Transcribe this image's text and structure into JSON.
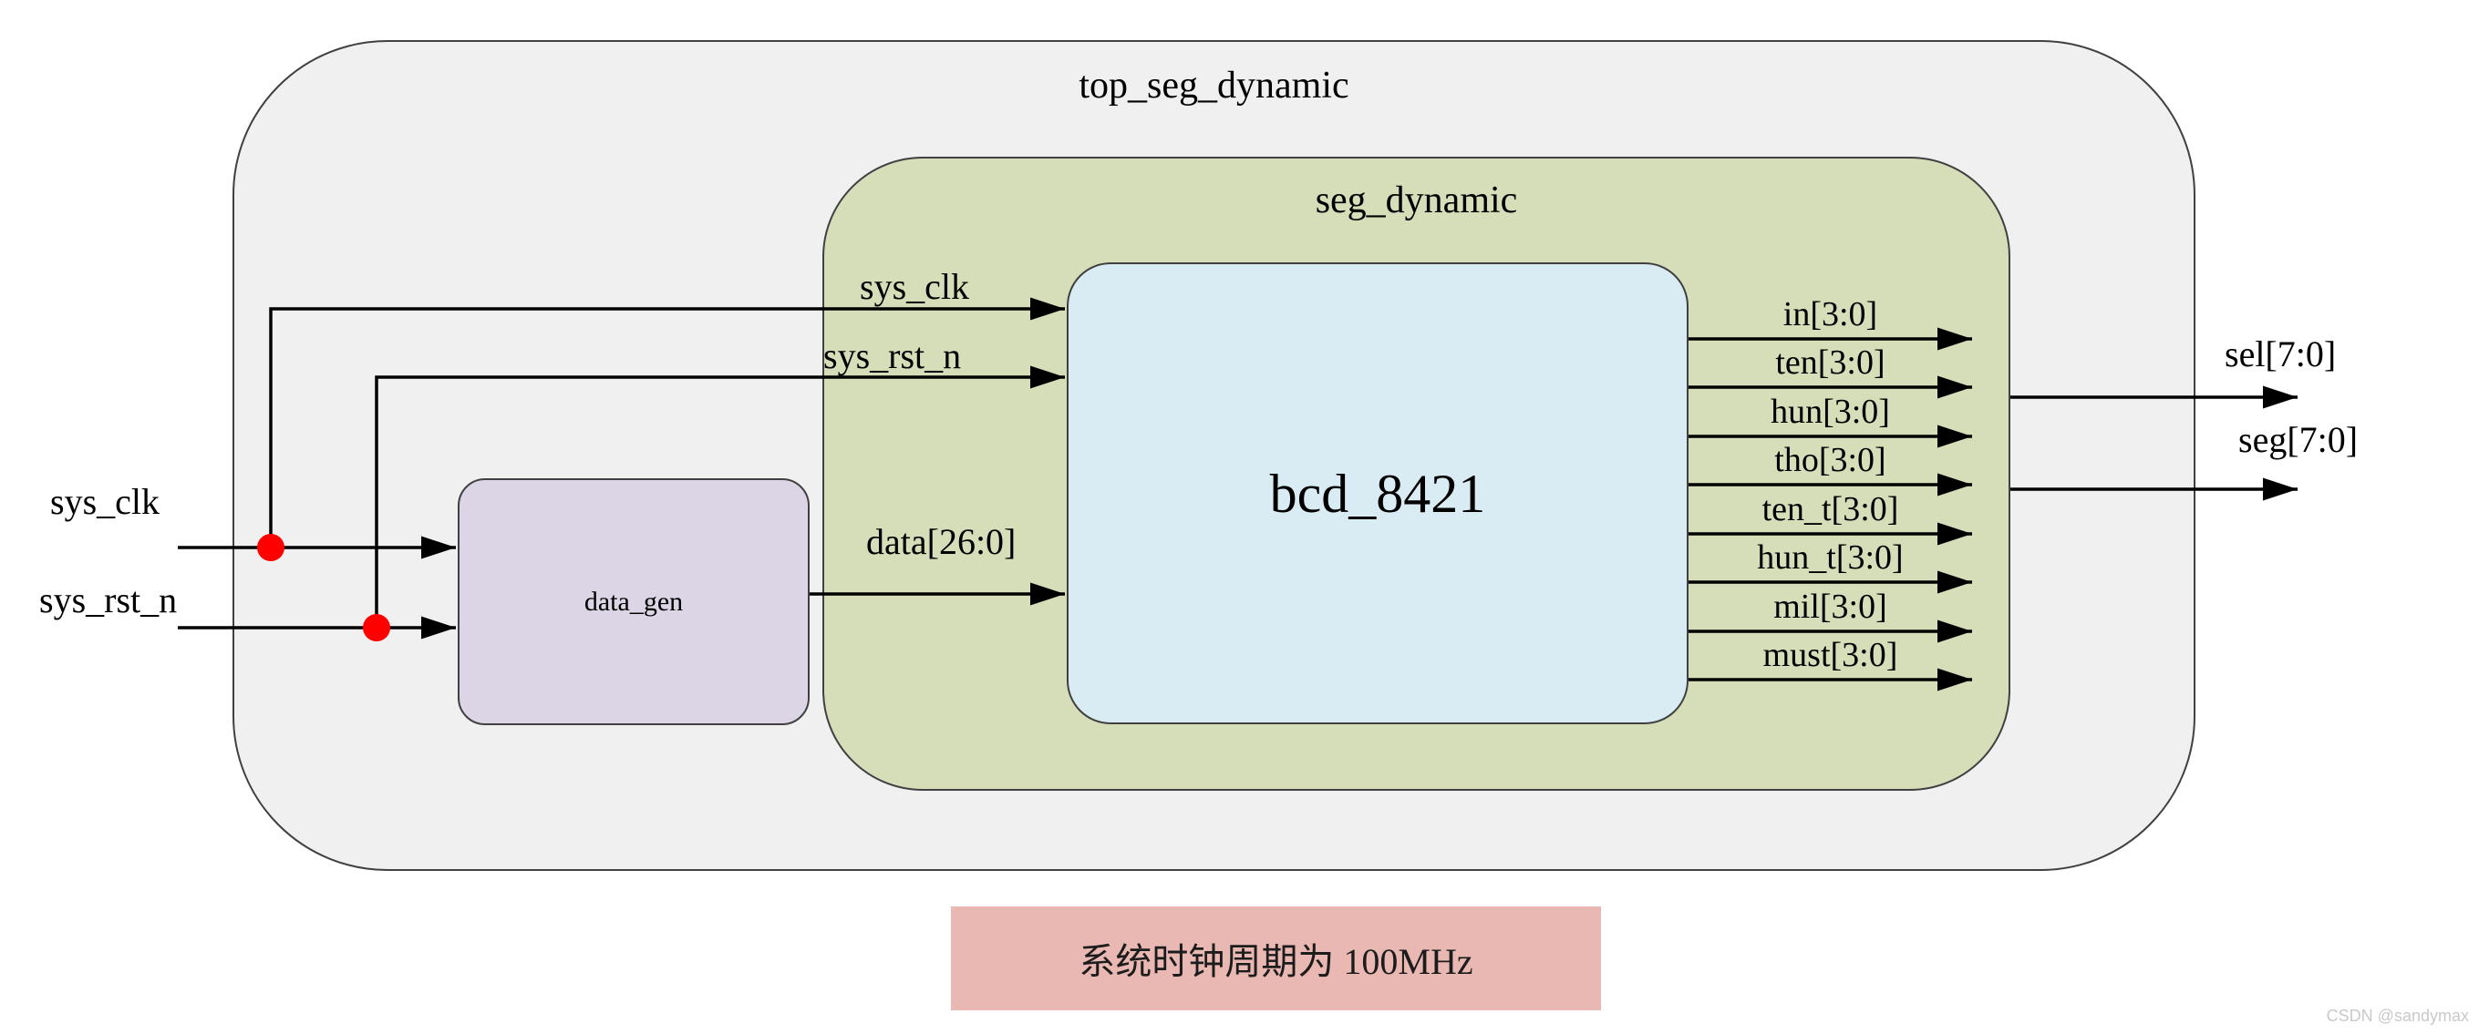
{
  "colors": {
    "page_bg": "#ffffff",
    "gray_fill": "#f0f0f0",
    "green_fill": "#d5deb9",
    "blue_fill": "#d9ecf3",
    "purple_fill": "#dcd5e5",
    "pink_fill": "#e9b8b2",
    "border": "#404040",
    "line": "#000000",
    "dot_red": "#fe0000",
    "watermark_color": "#c9c9c9"
  },
  "modules": {
    "top": "top_seg_dynamic",
    "seg": "seg_dynamic",
    "bcd": "bcd_8421",
    "datagen": "data_gen"
  },
  "ports": {
    "sys_clk": "sys_clk",
    "sys_rst_n": "sys_rst_n",
    "data_bus": "data[26:0]",
    "bcd_outputs": [
      "in[3:0]",
      "ten[3:0]",
      "hun[3:0]",
      "tho[3:0]",
      "ten_t[3:0]",
      "hun_t[3:0]",
      "mil[3:0]",
      "must[3:0]"
    ],
    "sel": "sel[7:0]",
    "seg": "seg[7:0]"
  },
  "note": "系统时钟周期为 100MHz",
  "watermark": "CSDN @sandymax"
}
